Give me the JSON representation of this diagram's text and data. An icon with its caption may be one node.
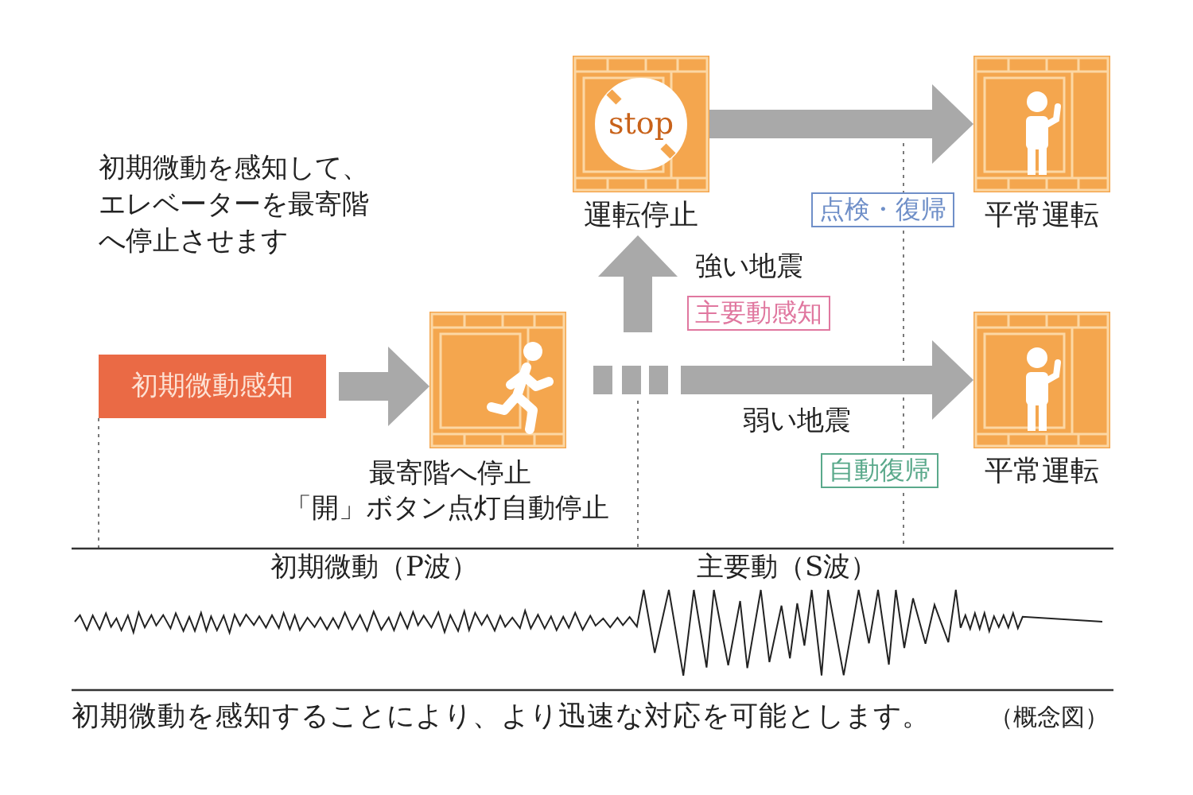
{
  "diagram": {
    "caption": "初期微動を感知することにより、より迅速な対応を可能とします。",
    "nodes": [
      {
        "text": [
          "初期微動感知"
        ]
      },
      {
        "text": [],
        "shape": "picture",
        "beside": [
          "最寄階へ停止",
          "「開」ボタン点灯自動停止"
        ]
      },
      {
        "text": [
          "stop",
          "運転停止"
        ]
      },
      {
        "text": [
          "平常運転"
        ]
      },
      {
        "text": [
          "平常運転"
        ]
      },
      {
        "text": [
          "主要動感知"
        ]
      },
      {
        "text": [
          "点検・復帰"
        ]
      },
      {
        "text": [
          "自動復帰"
        ]
      }
    ],
    "edges": [
      {
        "from": 0,
        "to": 1,
        "arrow": "to"
      },
      {
        "from": 1,
        "to": 2,
        "arrow": "to",
        "label": "強い地震"
      },
      {
        "from": 1,
        "to": 4,
        "arrow": "to",
        "label": "弱い地震"
      },
      {
        "from": 2,
        "to": 3,
        "arrow": "to"
      }
    ],
    "labels": [
      "初期微動を感知して、エレベーターを最寄階へ停止させます",
      "初期微動（P波）",
      "主要動（S波）",
      "（概念図）"
    ]
  }
}
